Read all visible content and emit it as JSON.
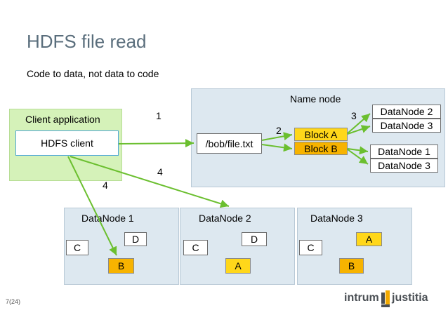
{
  "header": {
    "title": "HDFS file read",
    "subtitle": "Code to data, not data to code"
  },
  "name_node": {
    "label": "Name node",
    "file": "/bob/file.txt",
    "block_a": "Block A",
    "block_b": "Block B",
    "block_a_locations": [
      "DataNode 2",
      "DataNode 3"
    ],
    "block_b_locations": [
      "DataNode 1",
      "DataNode 3"
    ]
  },
  "client": {
    "label": "Client application",
    "hdfs_client": "HDFS client"
  },
  "steps": {
    "s1": "1",
    "s2": "2",
    "s3": "3",
    "s4a": "4",
    "s4b": "4"
  },
  "datanodes": [
    {
      "label": "DataNode 1",
      "blocks": [
        "D",
        "C",
        "B"
      ]
    },
    {
      "label": "DataNode 2",
      "blocks": [
        "D",
        "C",
        "A"
      ]
    },
    {
      "label": "DataNode 3",
      "blocks": [
        "A",
        "C",
        "B"
      ]
    }
  ],
  "footer": {
    "page": "7(24)",
    "logo_word1": "intrum",
    "logo_word2": "justitia"
  },
  "colors": {
    "arrow": "#6bbf2f",
    "panel_blue": "#dde8f0",
    "panel_green": "#d5f2b9",
    "block_a": "#ffd71a",
    "block_b": "#f7b300",
    "title": "#5a6e7c",
    "logo_accent": "#f2a900"
  }
}
